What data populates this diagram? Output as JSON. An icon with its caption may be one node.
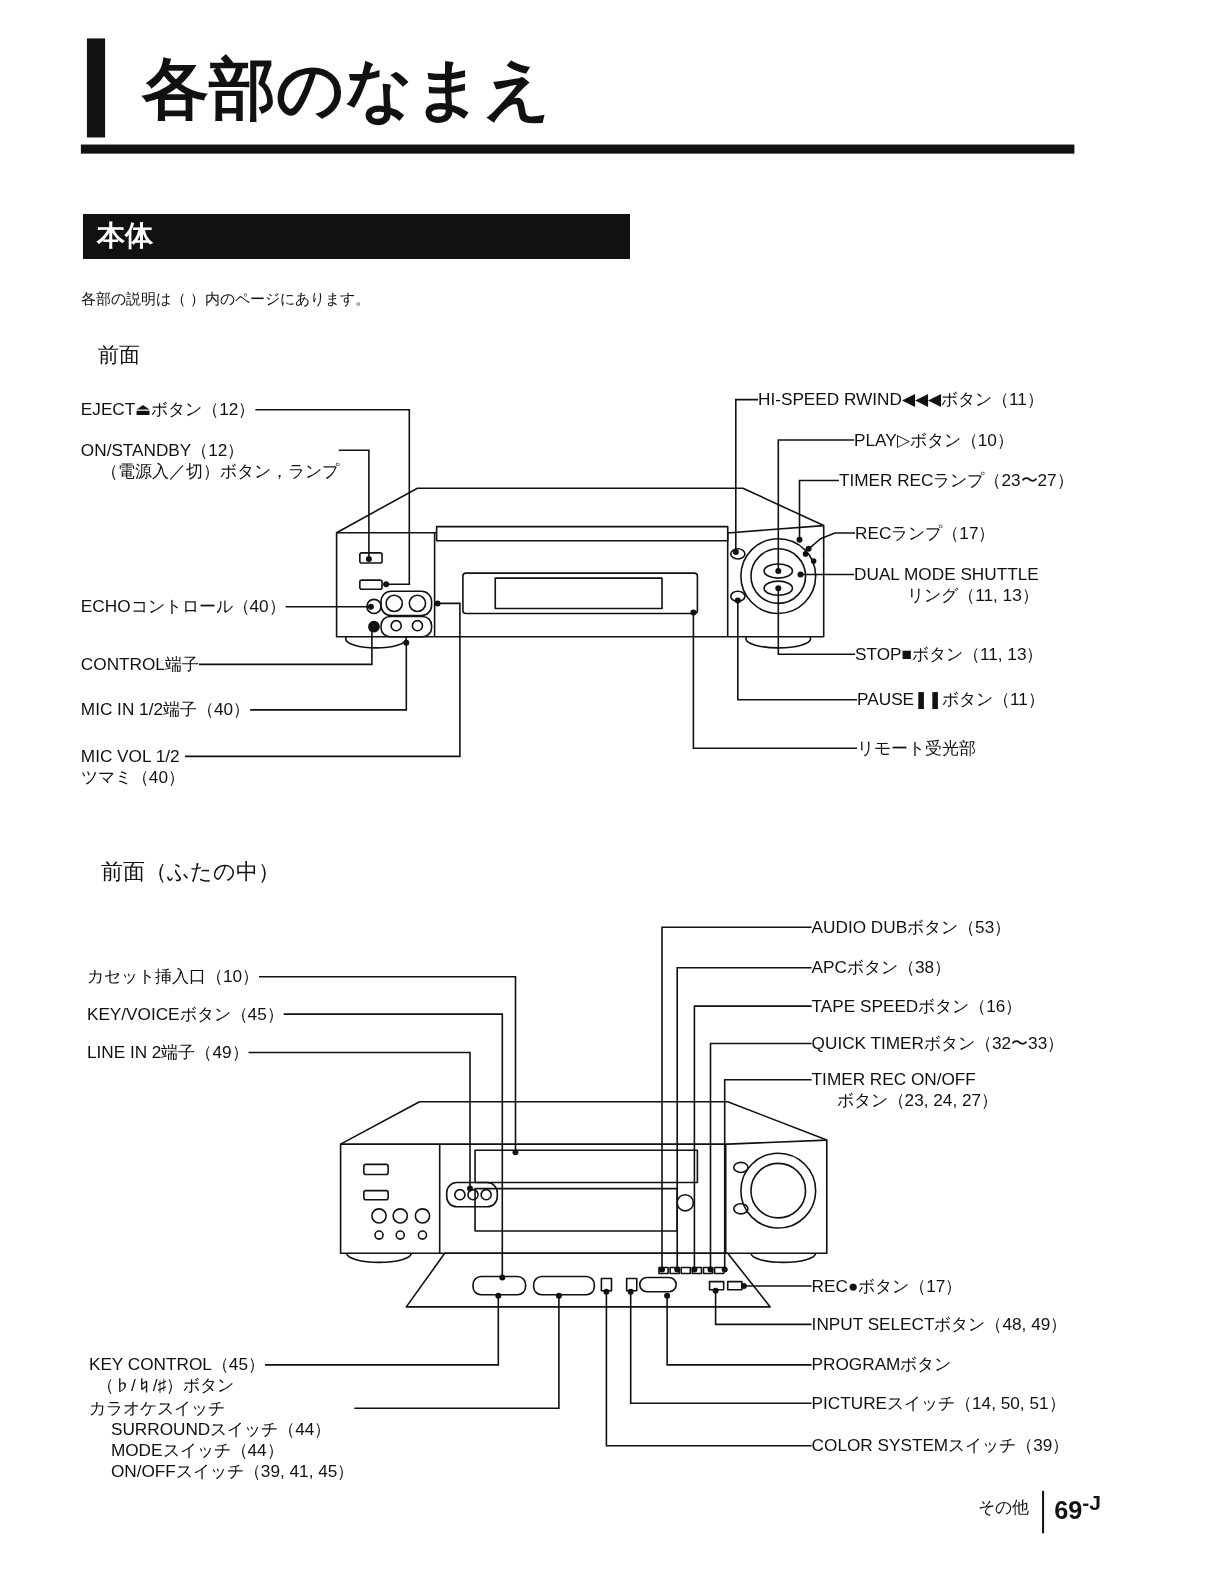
{
  "diagram": {
    "title": "各部のなまえ",
    "nodes": [
      {
        "text": [
          "本体"
        ]
      },
      {
        "text": [
          "EJECT⏏ボタン（12）"
        ]
      },
      {
        "text": [
          "ON/STANDBY（12）（電源入／切）ボタン，ランプ"
        ]
      },
      {
        "text": [
          "ECHOコントロール（40）"
        ]
      },
      {
        "text": [
          "CONTROL端子"
        ]
      },
      {
        "text": [
          "MIC IN 1/2端子（40）"
        ]
      },
      {
        "text": [
          "MIC VOL 1/2 ツマミ（40）"
        ]
      },
      {
        "text": [
          "HI-SPEED RWIND◀◀◀ボタン（11）"
        ]
      },
      {
        "text": [
          "PLAY▷ボタン（10）"
        ]
      },
      {
        "text": [
          "TIMER RECランプ（23〜27）"
        ]
      },
      {
        "text": [
          "RECランプ（17）"
        ]
      },
      {
        "text": [
          "DUAL MODE SHUTTLE リング（11, 13）"
        ]
      },
      {
        "text": [
          "STOP■ボタン（11, 13）"
        ]
      },
      {
        "text": [
          "PAUSE❚❚ボタン（11）"
        ]
      },
      {
        "text": [
          "リモート受光部"
        ]
      },
      {
        "text": [
          "カセット挿入口（10）"
        ]
      },
      {
        "text": [
          "KEY/VOICEボタン（45）"
        ]
      },
      {
        "text": [
          "LINE IN 2端子（49）"
        ]
      },
      {
        "text": [
          "KEY CONTROL（45）（♭/♮/♯）ボタン"
        ]
      },
      {
        "text": [
          "カラオケスイッチ",
          "SURROUNDスイッチ（44）",
          "MODEスイッチ（44）",
          "ON/OFFスイッチ（39, 41, 45）"
        ]
      },
      {
        "text": [
          "AUDIO DUBボタン（53）"
        ]
      },
      {
        "text": [
          "APCボタン（38）"
        ]
      },
      {
        "text": [
          "TAPE SPEEDボタン（16）"
        ]
      },
      {
        "text": [
          "QUICK TIMERボタン（32〜33）"
        ]
      },
      {
        "text": [
          "TIMER REC ON/OFF ボタン（23, 24, 27）"
        ]
      },
      {
        "text": [
          "REC●ボタン（17）"
        ]
      },
      {
        "text": [
          "INPUT SELECTボタン（48, 49）"
        ]
      },
      {
        "text": [
          "PROGRAMボタン"
        ]
      },
      {
        "text": [
          "PICTUREスイッチ（14, 50, 51）"
        ]
      },
      {
        "text": [
          "COLOR SYSTEMスイッチ（39）"
        ]
      }
    ],
    "edges": [
      {
        "from": 1,
        "to": null,
        "arrow": "other"
      },
      {
        "from": 2,
        "to": null,
        "arrow": "other"
      },
      {
        "from": 3,
        "to": null,
        "arrow": "other"
      },
      {
        "from": 4,
        "to": null,
        "arrow": "other"
      },
      {
        "from": 5,
        "to": null,
        "arrow": "other"
      },
      {
        "from": 6,
        "to": null,
        "arrow": "other"
      },
      {
        "from": 7,
        "to": null,
        "arrow": "other"
      },
      {
        "from": 8,
        "to": null,
        "arrow": "other"
      },
      {
        "from": 9,
        "to": null,
        "arrow": "other"
      },
      {
        "from": 10,
        "to": null,
        "arrow": "other"
      },
      {
        "from": 11,
        "to": null,
        "arrow": "other"
      },
      {
        "from": 12,
        "to": null,
        "arrow": "other"
      },
      {
        "from": 13,
        "to": null,
        "arrow": "other"
      },
      {
        "from": 14,
        "to": null,
        "arrow": "other"
      },
      {
        "from": 15,
        "to": null,
        "arrow": "other"
      },
      {
        "from": 16,
        "to": null,
        "arrow": "other"
      },
      {
        "from": 17,
        "to": null,
        "arrow": "other"
      },
      {
        "from": 18,
        "to": null,
        "arrow": "other"
      },
      {
        "from": 19,
        "to": null,
        "arrow": "other"
      },
      {
        "from": 20,
        "to": null,
        "arrow": "other"
      },
      {
        "from": 21,
        "to": null,
        "arrow": "other"
      },
      {
        "from": 22,
        "to": null,
        "arrow": "other"
      },
      {
        "from": 23,
        "to": null,
        "arrow": "other"
      },
      {
        "from": 24,
        "to": null,
        "arrow": "other"
      },
      {
        "from": 25,
        "to": null,
        "arrow": "other"
      },
      {
        "from": 26,
        "to": null,
        "arrow": "other"
      },
      {
        "from": 27,
        "to": null,
        "arrow": "other"
      },
      {
        "from": 28,
        "to": null,
        "arrow": "other"
      },
      {
        "from": 29,
        "to": null,
        "arrow": "other"
      }
    ],
    "labels": [
      "各部の説明は（ ）内のページにあります。",
      "前面",
      "前面（ふたの中）",
      "その他",
      "69$^{-J}$"
    ]
  }
}
